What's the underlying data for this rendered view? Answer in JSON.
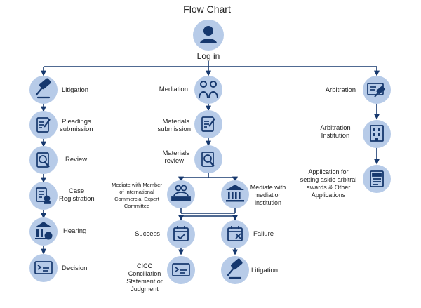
{
  "title": "Flow Chart",
  "colors": {
    "circle": "#b7cbe8",
    "icon": "#16386e",
    "line": "#16386e",
    "text": "#222222"
  },
  "start": {
    "label": "Log in",
    "icon": "user-icon"
  },
  "litigation_branch": {
    "litigation": {
      "label": "Litigation",
      "icon": "gavel-icon"
    },
    "pleadings": {
      "label": [
        "Pleadings",
        "submission"
      ],
      "icon": "document-edit-icon"
    },
    "review": {
      "label": "Review",
      "icon": "magnifier-icon"
    },
    "case_registration": {
      "label": [
        "Case",
        "Registration"
      ],
      "icon": "registration-icon"
    },
    "hearing": {
      "label": "Hearing",
      "icon": "courthouse-icon"
    },
    "decision": {
      "label": "Decision",
      "icon": "certificate-icon"
    }
  },
  "mediation_branch": {
    "mediation": {
      "label": "Mediation",
      "icon": "handshake-people-icon"
    },
    "materials_submission": {
      "label": [
        "Materials",
        "submission"
      ],
      "icon": "document-edit-icon"
    },
    "materials_review": {
      "label": [
        "Materials",
        "review"
      ],
      "icon": "magnifier-icon"
    },
    "expert_committee": {
      "label": [
        "Mediate with Member",
        "of International",
        "Commercial Expert",
        "Committee"
      ],
      "icon": "committee-icon"
    },
    "mediation_institution": {
      "label": [
        "Mediate with",
        "mediation",
        "institution"
      ],
      "icon": "institution-icon"
    },
    "success": {
      "label": "Success",
      "icon": "calendar-check-icon"
    },
    "failure": {
      "label": "Failure",
      "icon": "calendar-cross-icon"
    },
    "conciliation": {
      "label": [
        "CICC",
        "Conciliation",
        "Statement or",
        "Judgment"
      ],
      "icon": "certificate-icon"
    },
    "litigation": {
      "label": "Litigation",
      "icon": "gavel-icon"
    }
  },
  "arbitration_branch": {
    "arbitration": {
      "label": "Arbitration",
      "icon": "arbitration-icon"
    },
    "institution": {
      "label": [
        "Arbitration",
        "Institution"
      ],
      "icon": "building-icon"
    },
    "application": {
      "label": [
        "Application for",
        "setting aside arbitral",
        "awards & Other",
        "Applications"
      ],
      "icon": "form-icon"
    }
  }
}
